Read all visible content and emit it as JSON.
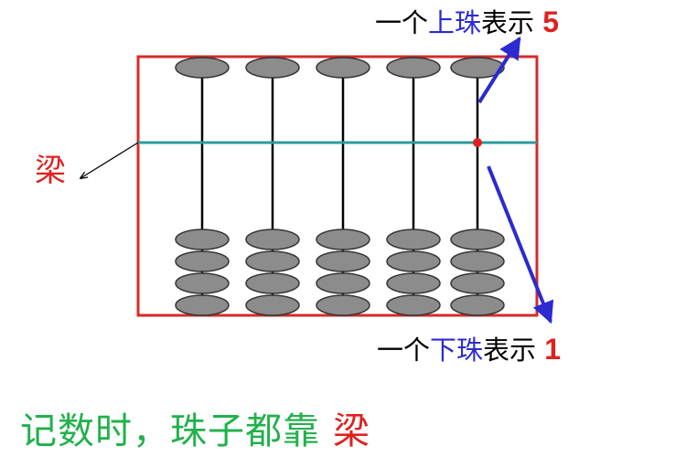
{
  "labels": {
    "beam": "梁",
    "upper_prefix": "一个",
    "upper_keyword": "上珠",
    "upper_suffix": "表示",
    "upper_value": "5",
    "lower_prefix": "一个",
    "lower_keyword": "下珠",
    "lower_suffix": "表示",
    "lower_value": "1"
  },
  "footer": {
    "text": "记数时，珠子都靠",
    "highlight": "梁"
  },
  "abacus": {
    "rods": 5,
    "upper_beads_per_rod": 1,
    "lower_beads_per_rod": 4
  },
  "colors": {
    "frame": "#d62b2b",
    "beam": "#2a9d9d",
    "bead": "#8c8c8c",
    "arrow": "#2b2bd0",
    "label_highlight": "#2b2bd0",
    "value_text": "#e02020",
    "footer_text": "#22b14c"
  }
}
